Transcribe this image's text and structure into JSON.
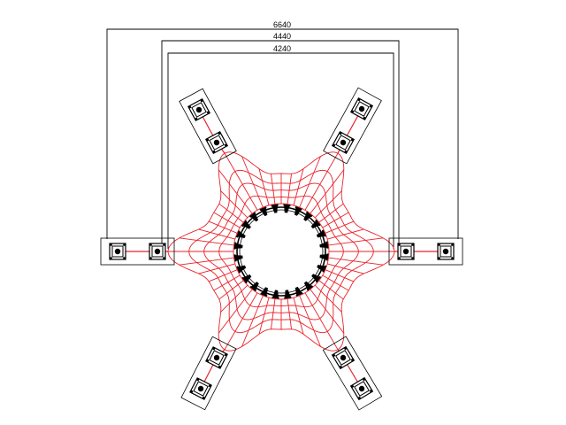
{
  "dimensions": {
    "overall": "6640",
    "middle": "4440",
    "inner": "4240"
  },
  "colors": {
    "net": "#e8222a",
    "line": "#000000",
    "background": "#ffffff"
  },
  "anchor_count": 6,
  "ring_cone_count": 24
}
